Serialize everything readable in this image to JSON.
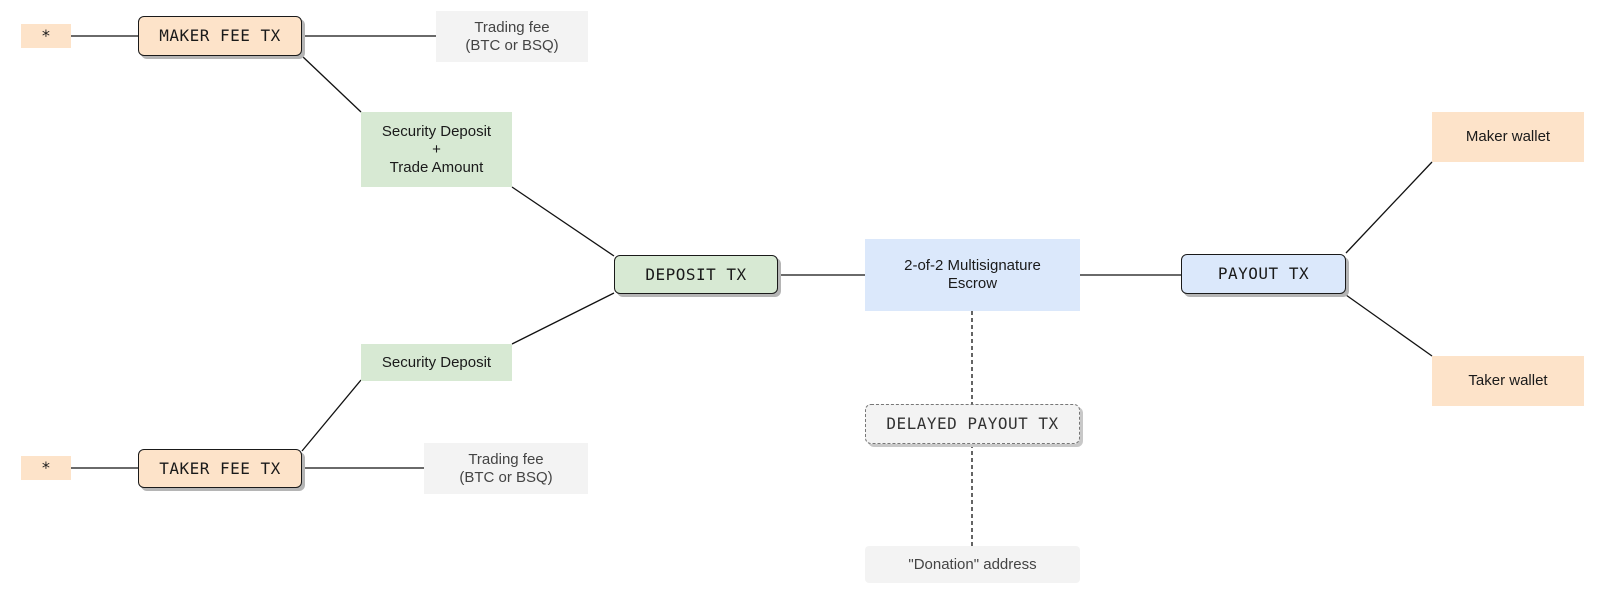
{
  "nodes": {
    "maker_star": "*",
    "maker_fee_tx": "MAKER FEE TX",
    "maker_trading_fee": "Trading fee\n(BTC or BSQ)",
    "security_deposit_trade_amount": "Security Deposit\n+\nTrade Amount",
    "deposit_tx": "DEPOSIT TX",
    "security_deposit": "Security Deposit",
    "taker_star": "*",
    "taker_fee_tx": "TAKER FEE TX",
    "taker_trading_fee": "Trading fee\n(BTC or BSQ)",
    "multisig_escrow": "2-of-2 Multisignature\nEscrow",
    "delayed_payout_tx": "DELAYED PAYOUT TX",
    "donation_address": "\"Donation\" address",
    "payout_tx": "PAYOUT TX",
    "maker_wallet": "Maker wallet",
    "taker_wallet": "Taker wallet"
  },
  "colors": {
    "orange": "#fde3c9",
    "green": "#d7e9d3",
    "blue": "#dbe8fb",
    "grey": "#f3f3f3"
  }
}
